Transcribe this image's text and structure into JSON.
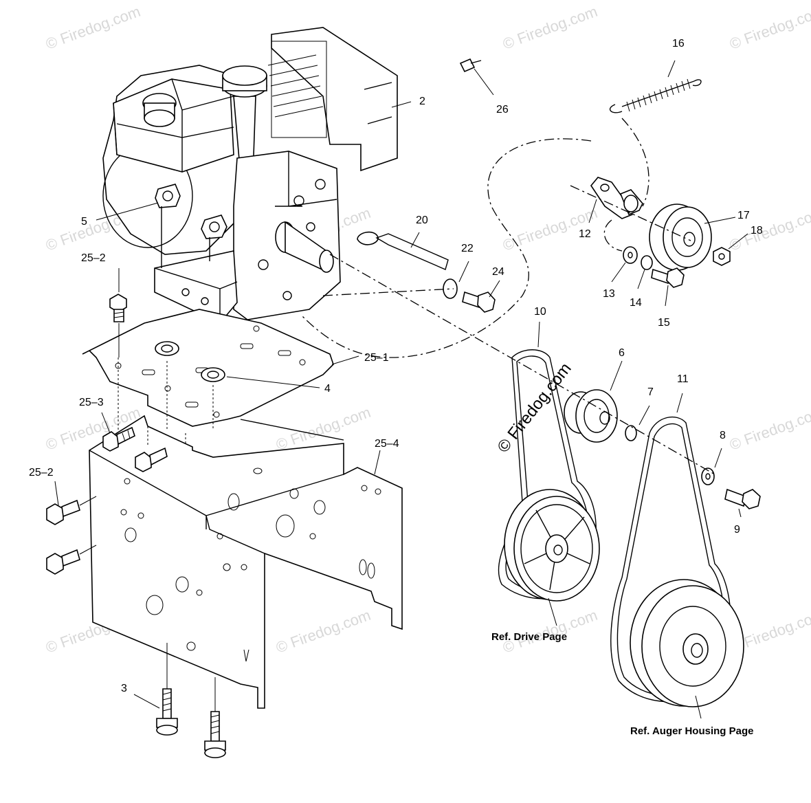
{
  "diagram": {
    "watermark": "© Firedog.com",
    "part_labels": {
      "p2": "2",
      "p3": "3",
      "p4": "4",
      "p5": "5",
      "p6": "6",
      "p7": "7",
      "p8": "8",
      "p9": "9",
      "p10": "10",
      "p11": "11",
      "p12": "12",
      "p13": "13",
      "p14": "14",
      "p15": "15",
      "p16": "16",
      "p17": "17",
      "p18": "18",
      "p20": "20",
      "p22": "22",
      "p24": "24",
      "p26": "26",
      "p25_1": "25–1",
      "p25_2a": "25–2",
      "p25_2b": "25–2",
      "p25_3": "25–3",
      "p25_4": "25–4"
    },
    "refs": {
      "drive": "Ref. Drive Page",
      "auger": "Ref. Auger Housing Page"
    }
  }
}
